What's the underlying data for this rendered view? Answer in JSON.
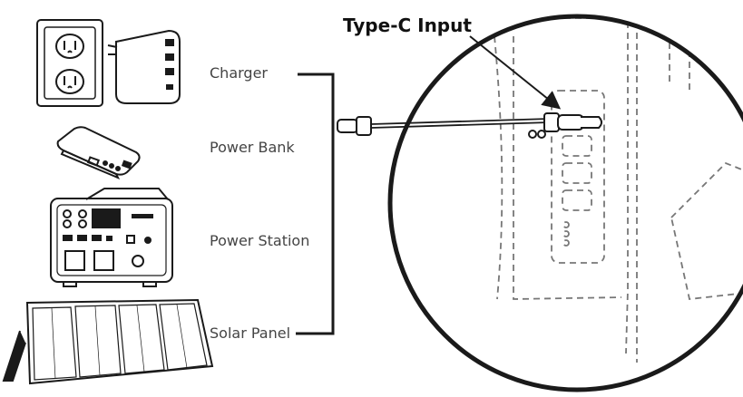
{
  "labels": {
    "charger": "Charger",
    "power_bank": "Power Bank",
    "power_station": "Power Station",
    "solar_panel": "Solar Panel",
    "type_c_input": "Type-C Input"
  },
  "icons": [
    "wall-outlet-icon",
    "usb-charger-icon",
    "power-bank-icon",
    "power-station-icon",
    "solar-panel-icon",
    "usb-c-cable-icon",
    "magnifier-circle-icon"
  ],
  "colors": {
    "line": "#1a1a1a",
    "text": "#444444",
    "dashed": "#777777"
  }
}
